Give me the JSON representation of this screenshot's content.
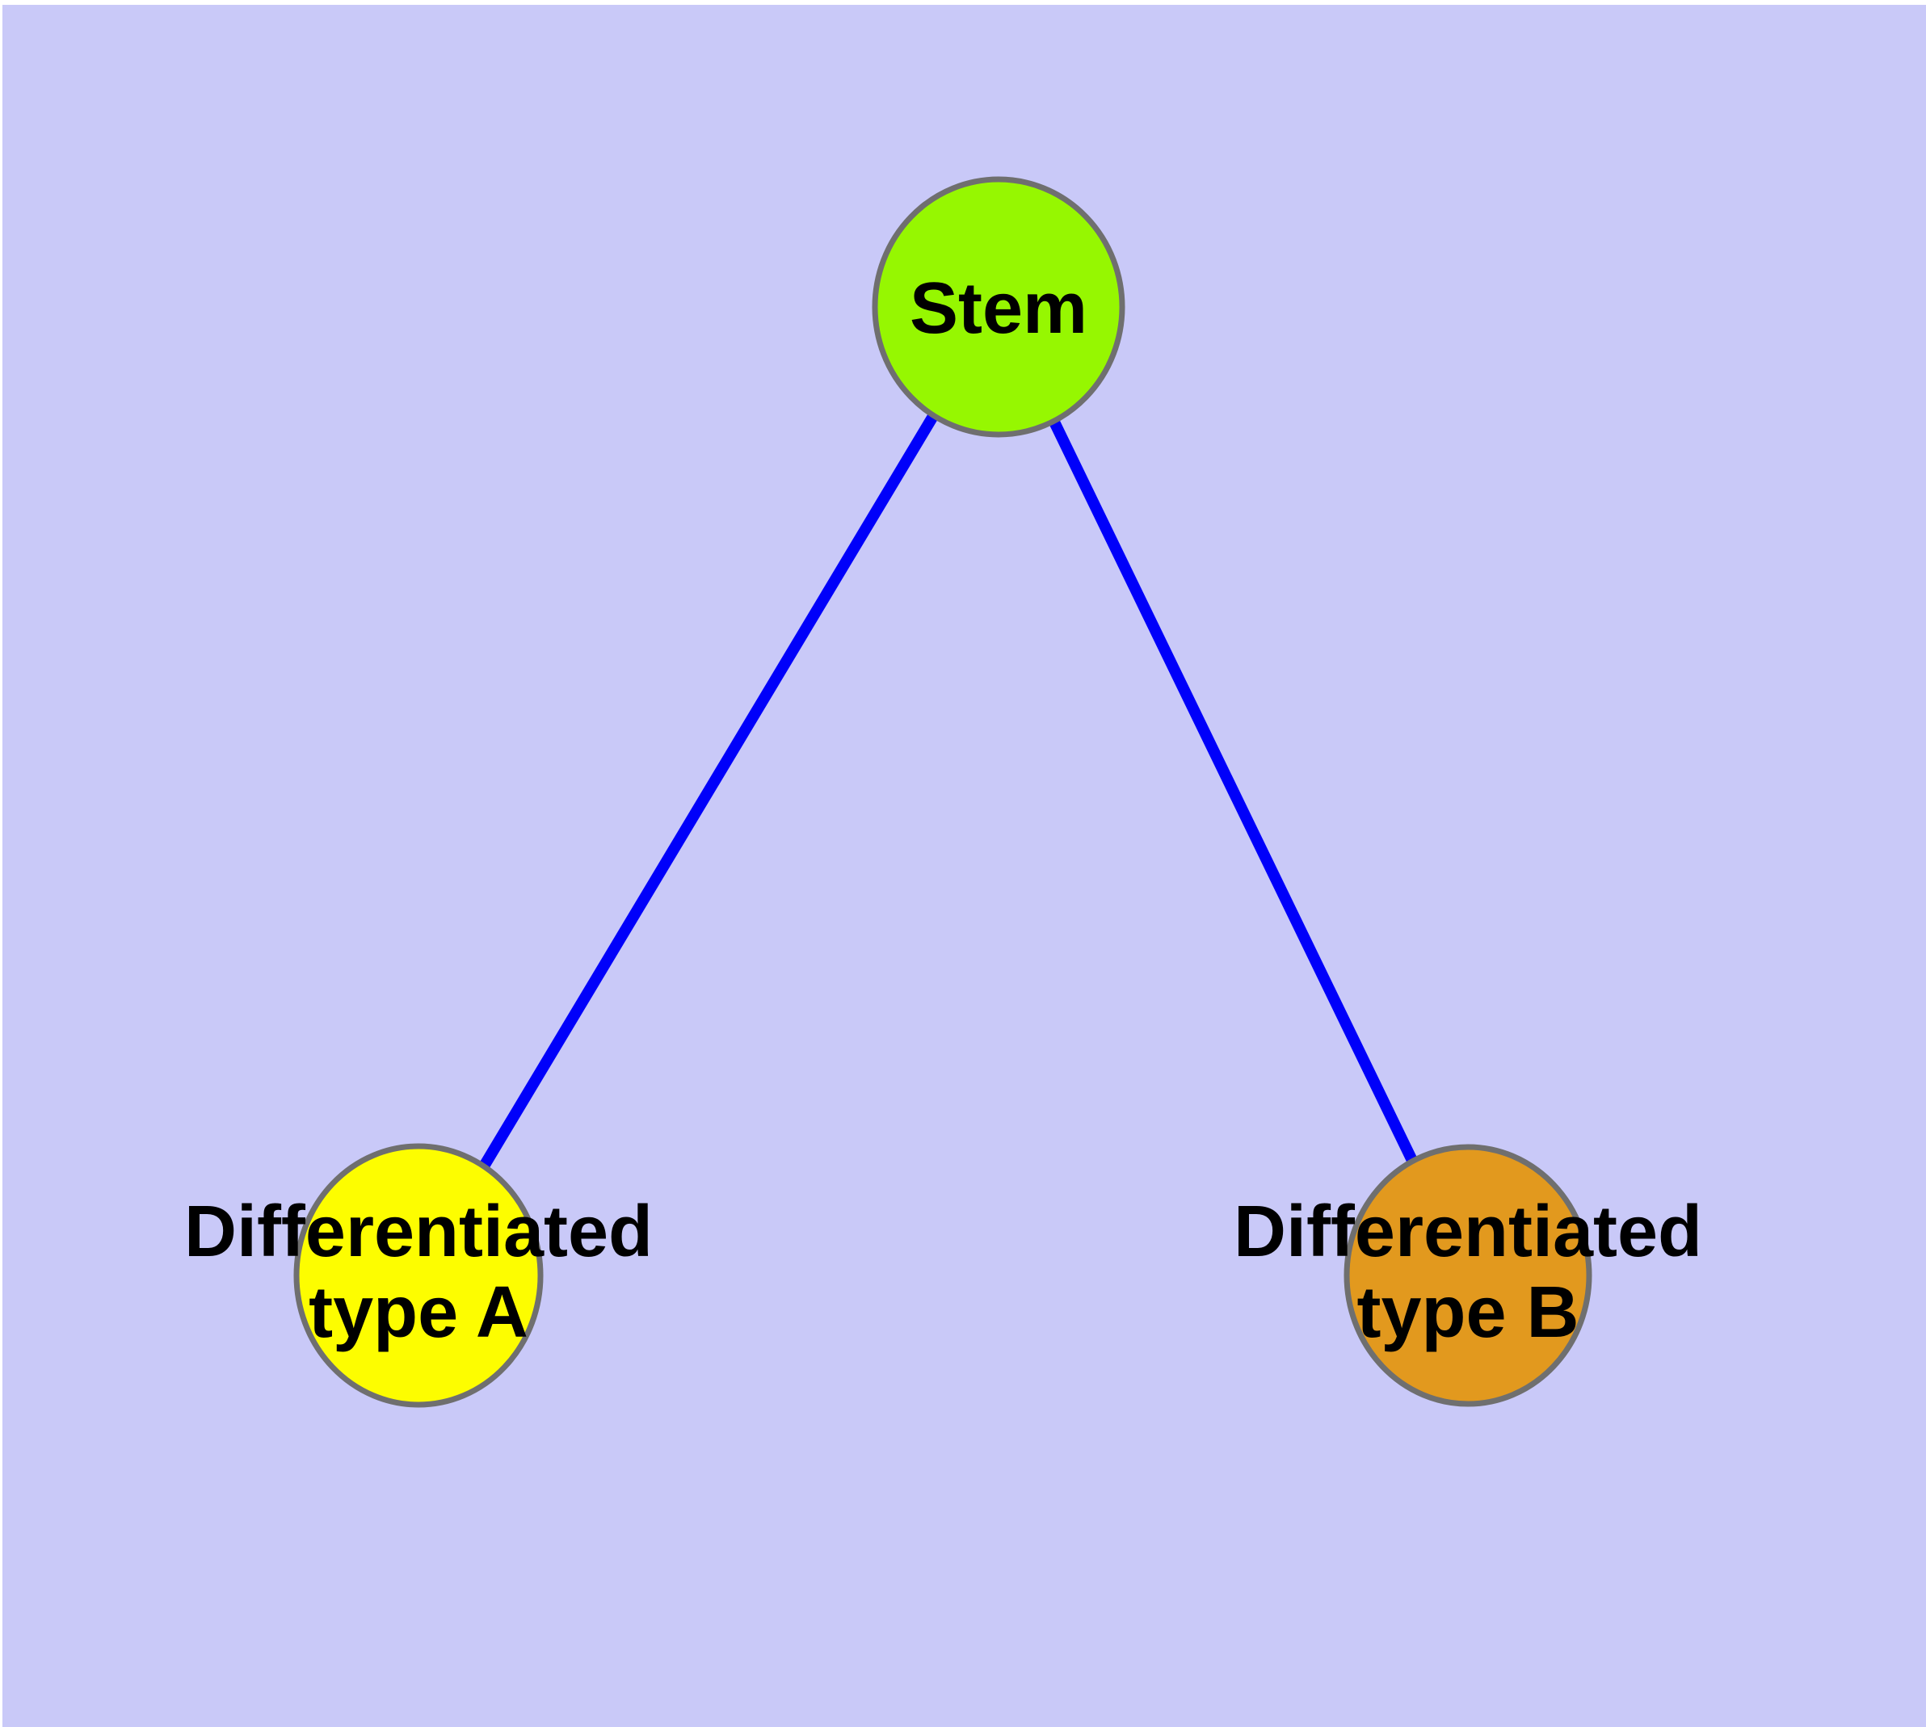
{
  "figure": {
    "background_color": "#C9C9F8",
    "frame_color": "#FFFFFF"
  },
  "graph": {
    "edge_color": "#0000FA",
    "node_border_color": "#6F6F6F",
    "label_color": "#000000",
    "nodes": [
      {
        "id": "stem",
        "label": "Stem",
        "lines": [
          "Stem"
        ],
        "fill": "#96F701"
      },
      {
        "id": "differentiated-type-a",
        "label": "Differentiated type A",
        "lines": [
          "Differentiated",
          "type A"
        ],
        "fill": "#FDFD00"
      },
      {
        "id": "differentiated-type-b",
        "label": "Differentiated type B",
        "lines": [
          "Differentiated",
          "type B"
        ],
        "fill": "#E2991E"
      }
    ],
    "edges": [
      {
        "from": "stem",
        "to": "differentiated-type-a"
      },
      {
        "from": "stem",
        "to": "differentiated-type-b"
      }
    ]
  }
}
